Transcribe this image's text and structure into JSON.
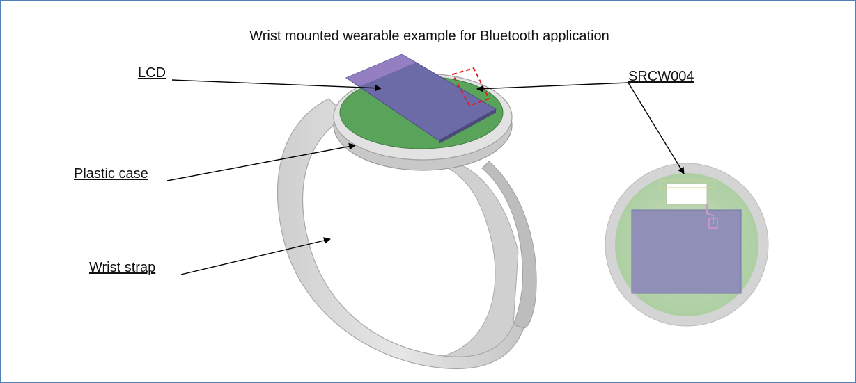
{
  "title": "Wrist mounted wearable example for Bluetooth application",
  "labels": {
    "lcd": "LCD",
    "srcw004": "SRCW004",
    "plastic_case": "Plastic case",
    "wrist_strap": "Wrist strap"
  },
  "colors": {
    "frame_border": "#4f81bd",
    "strap": "#d9d9d9",
    "pcb_green": "#5fa25f",
    "lcd_purple": "#7b78b8",
    "antenna_marker": "#e02020",
    "arrow": "#000000"
  }
}
